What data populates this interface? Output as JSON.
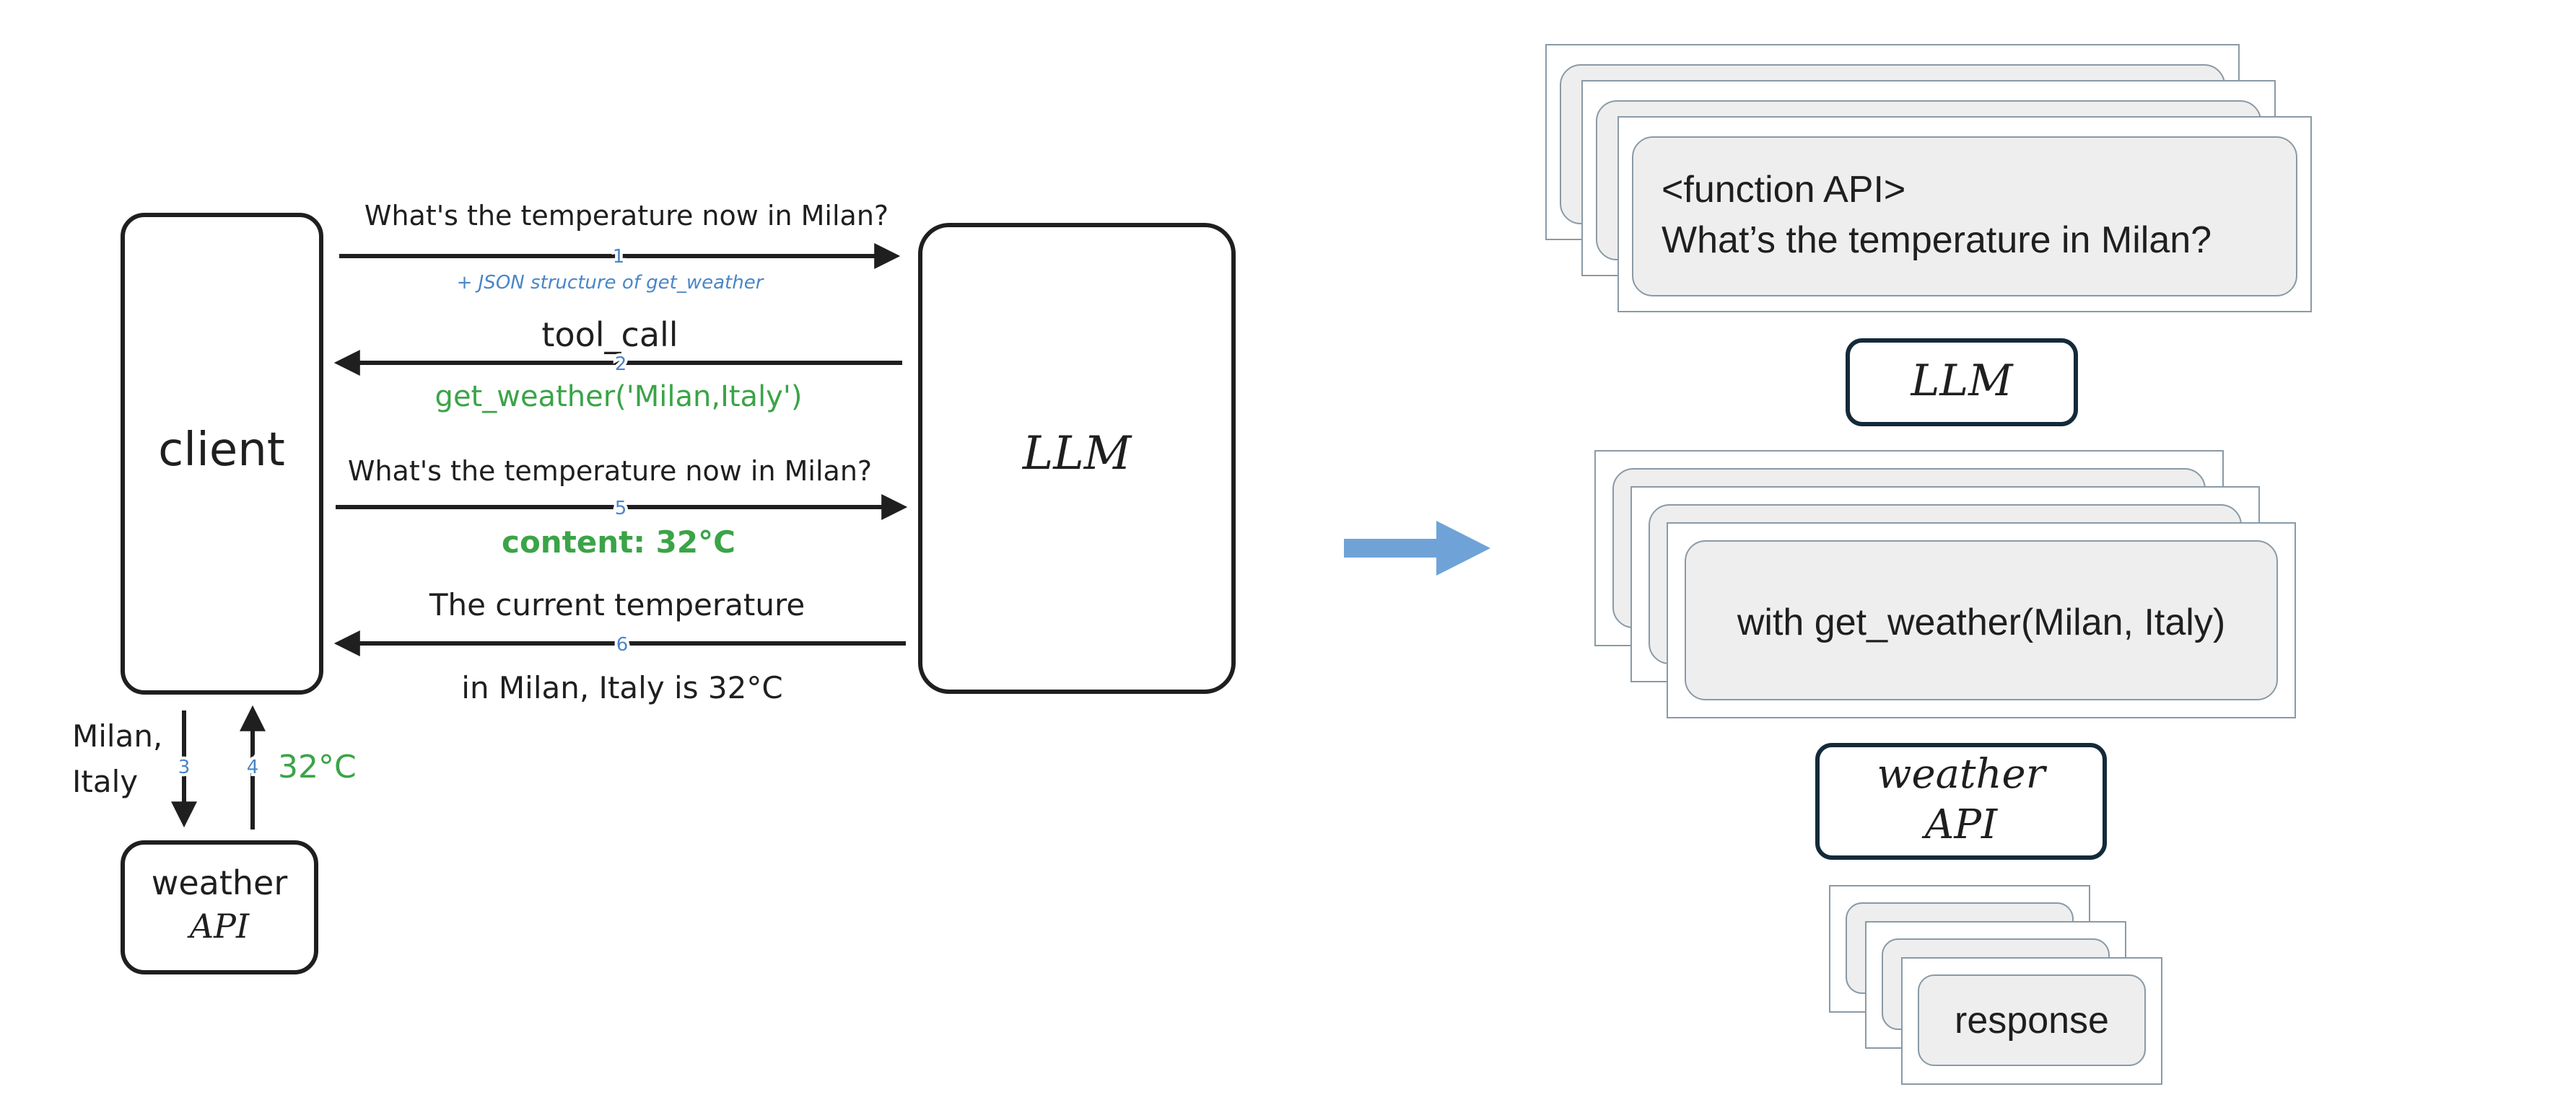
{
  "colors": {
    "ink": "#1f1f1f",
    "blue_label": "#4a86c8",
    "green": "#3aa447",
    "arrow_big": "#6fa3d7",
    "box_dark": "#132a3a",
    "card_fill": "#eeeeee",
    "card_border": "#8a9aa6"
  },
  "left_diagram": {
    "client_label": "client",
    "llm_label": "LLM",
    "weather_api_label_line1": "weather",
    "weather_api_label_line2": "API",
    "arrow1": {
      "number": "1",
      "top": "What's the temperature now in Milan?",
      "bottom": "+ JSON structure of get_weather"
    },
    "arrow2": {
      "number": "2",
      "top": "tool_call",
      "bottom": "get_weather('Milan,Italy')"
    },
    "arrow5": {
      "number": "5",
      "top": "What's the temperature now in Milan?",
      "bottom": "content: 32°C"
    },
    "arrow6": {
      "number": "6",
      "top": "The current temperature",
      "bottom": "in Milan, Italy is 32°C"
    },
    "arrow3": {
      "number": "3",
      "label_line1": "Milan,",
      "label_line2": "Italy"
    },
    "arrow4": {
      "number": "4",
      "label": "32°C"
    }
  },
  "right_diagram": {
    "prompt_card_line1": "<function API>",
    "prompt_card_line2": "What’s the temperature in Milan?",
    "llm_label": "LLM",
    "call_card": "with get_weather(Milan, Italy)",
    "weather_api_line1": "weather",
    "weather_api_line2": "API",
    "response_card": "response"
  }
}
